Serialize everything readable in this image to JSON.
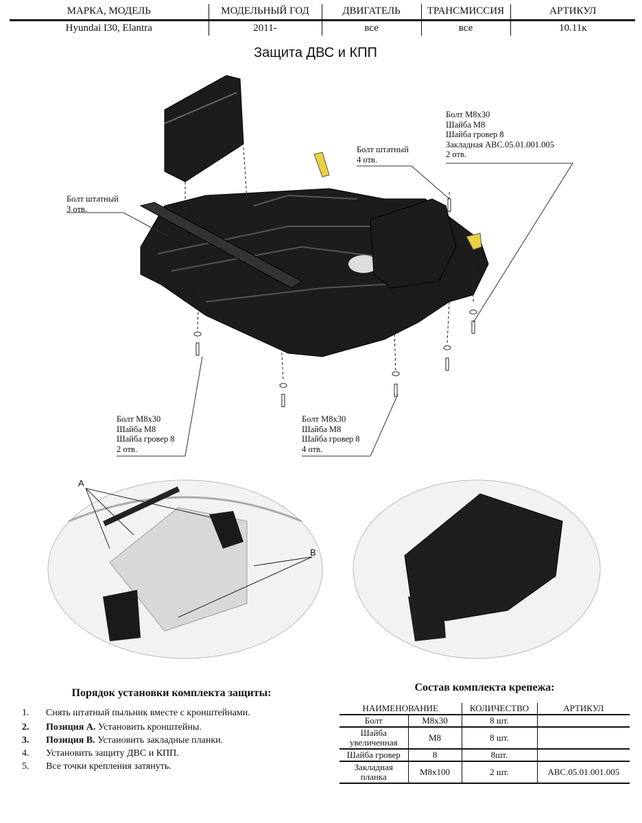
{
  "header": {
    "columns": [
      "МАРКА, МОДЕЛЬ",
      "МОДЕЛЬНЫЙ ГОД",
      "ДВИГАТЕЛЬ",
      "ТРАНСМИССИЯ",
      "АРТИКУЛ"
    ],
    "values": [
      "Hyundai I30, Elantra",
      "2011-",
      "все",
      "все",
      "10.11к"
    ]
  },
  "title": "Защита ДВС и КПП",
  "callouts": {
    "top_right": [
      "Болт М8х30",
      "Шайба М8",
      "Шайба гровер 8",
      "Закладная АВС.05.01.001.005",
      "2 отв."
    ],
    "mid_right": [
      "Болт штатный",
      "4 отв."
    ],
    "left": [
      "Болт штатный",
      "3 отв."
    ],
    "bottom_left": [
      "Болт М8х30",
      "Шайба М8",
      "Шайба гровер 8",
      "2 отв."
    ],
    "bottom_mid": [
      "Болт М8х30",
      "Шайба М8",
      "Шайба гровер 8",
      "4 отв."
    ]
  },
  "photo_labels": {
    "a": "A",
    "b": "B"
  },
  "instructions": {
    "title": "Порядок установки комплекта защиты:",
    "steps": [
      {
        "num": "1.",
        "bold": "",
        "text": "Снять штатный пыльник вместе с кронштейнами."
      },
      {
        "num": "2.",
        "bold": "Позиция А.",
        "text": " Установить кронштейны."
      },
      {
        "num": "3.",
        "bold": "Позиция В.",
        "text": " Установить закладные планки."
      },
      {
        "num": "4.",
        "bold": "",
        "text": "Установить защиту ДВС и КПП."
      },
      {
        "num": "5.",
        "bold": "",
        "text": "Все точки крепления затянуть."
      }
    ]
  },
  "kit": {
    "title": "Состав комплекта крепежа:",
    "headers": [
      "НАИМЕНОВАНИЕ",
      "КОЛИЧЕСТВО",
      "АРТИКУЛ"
    ],
    "rows": [
      [
        "Болт",
        "М8х30",
        "8 шт.",
        ""
      ],
      [
        "Шайба увеличенная",
        "М8",
        "8 шт.",
        ""
      ],
      [
        "Шайба гровер",
        "8",
        "8шт.",
        ""
      ],
      [
        "Закладная планка",
        "М8х100",
        "2 шт.",
        "АВС.05.01.001.005"
      ]
    ]
  }
}
